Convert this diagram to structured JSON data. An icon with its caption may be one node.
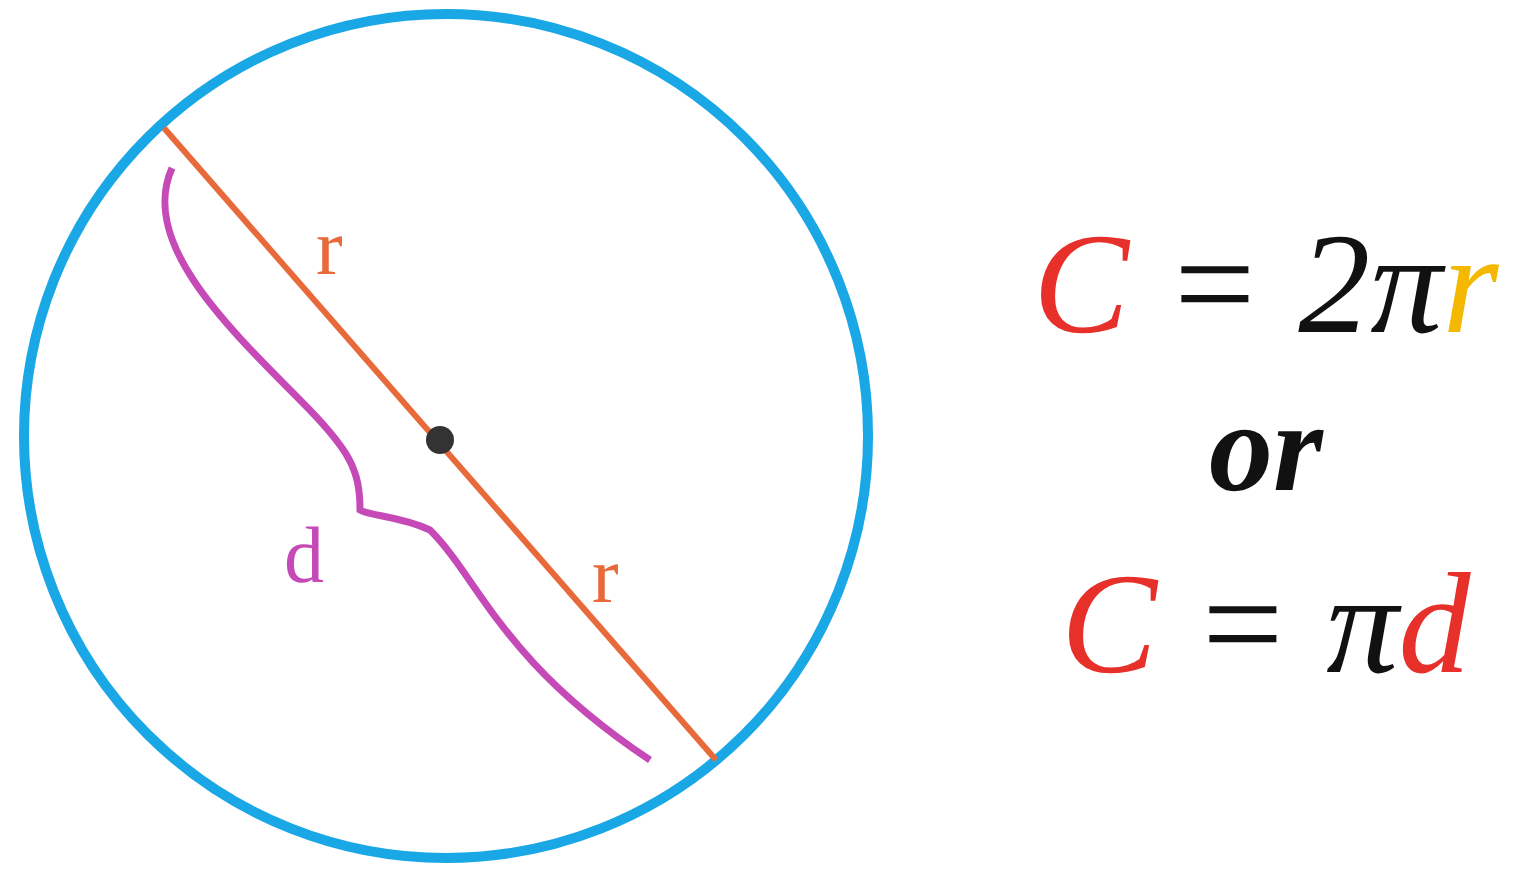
{
  "diagram": {
    "labels": [
      "r",
      "d",
      "r",
      "C = 2πr",
      "or",
      "C = πd"
    ]
  }
}
